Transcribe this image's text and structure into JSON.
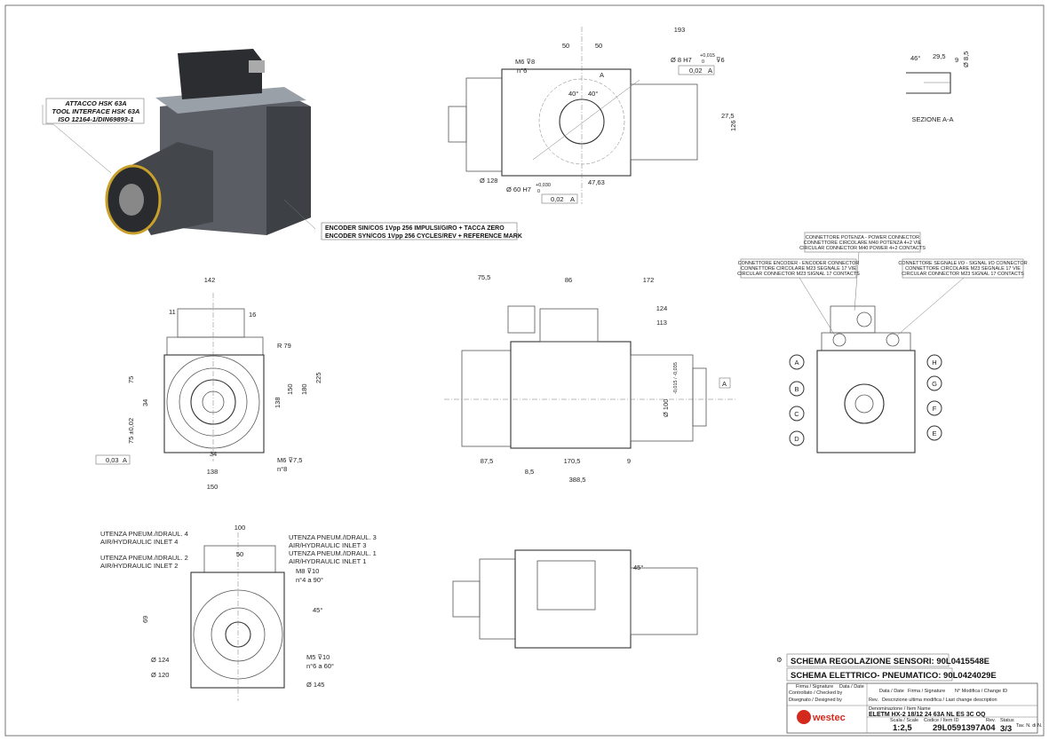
{
  "callouts": {
    "tool_interface": [
      "ATTACCO HSK 63A",
      "TOOL INTERFACE HSK 63A",
      "ISO 12164-1/DIN69893-1"
    ],
    "encoder": [
      "ENCODER SIN/COS 1Vpp 256 IMPULSI/GIRO + TACCA ZERO",
      "ENCODER SYN/COS 1Vpp 256 CYCLES/REV + REFERENCE MARK"
    ],
    "power_connector": [
      "CONNETTORE POTENZA - POWER CONNECTOR",
      "CONNETTORE CIRCOLARE M40 POTENZA 4+2 VIE",
      "CIRCULAR CONNECTOR M40 POWER 4+2 CONTACTS"
    ],
    "encoder_connector": [
      "CONNETTORE ENCODER - ENCODER CONNECTOR",
      "CONNETTORE CIRCOLARE M23 SEGNALE 17 VIE",
      "CIRCULAR CONNECTOR M23 SIGNAL 17 CONTACTS"
    ],
    "signal_connector": [
      "CONNETTORE SEGNALE I/O - SIGNAL I/O CONNECTOR",
      "CONNETTORE CIRCOLARE M23 SEGNALE 17 VIE",
      "CIRCULAR CONNECTOR M23 SIGNAL 17 CONTACTS"
    ],
    "inlet4": [
      "UTENZA PNEUM./IDRAUL. 4",
      "AIR/HYDRAULIC INLET 4"
    ],
    "inlet2": [
      "UTENZA PNEUM./IDRAUL. 2",
      "AIR/HYDRAULIC INLET 2"
    ],
    "inlet3": [
      "UTENZA PNEUM./IDRAUL. 3",
      "AIR/HYDRAULIC INLET 3"
    ],
    "inlet1": [
      "UTENZA PNEUM./IDRAUL. 1",
      "AIR/HYDRAULIC INLET 1"
    ]
  },
  "top_view": {
    "d193": "193",
    "d50a": "50",
    "d50b": "50",
    "m6": "M6 ⊽8",
    "n6": "n°6",
    "d8h7": "Ø 8 H7",
    "tol_up": "+0,015",
    "tol_lo": "0",
    "depth6": "⊽6",
    "pos1": "0,02",
    "datum1": "A",
    "a40a": "40°",
    "a40b": "40°",
    "d27": "27,5",
    "d126": "126",
    "d128": "Ø 128",
    "d60": "Ø 60 H7",
    "tol60_up": "+0,030",
    "tol60_lo": "0",
    "pos2": "0,02",
    "datum2": "A",
    "d4763": "47,63",
    "sectA": "A"
  },
  "section": {
    "a46": "46°",
    "d295": "29,5",
    "d9": "9",
    "d85": "Ø 8,5",
    "title": "SEZIONE A-A"
  },
  "front_view": {
    "d142": "142",
    "d11": "11",
    "d16": "16",
    "r79": "R 79",
    "d75": "75",
    "d34v": "34",
    "d75tol": "75 ±0,02",
    "d138v": "138",
    "d150v": "150",
    "d180": "180",
    "d225": "225",
    "d34h": "34",
    "m6": "M6 ⊽7,5",
    "n8": "n°8",
    "d138h": "138",
    "d150h": "150",
    "par": "0,03",
    "datum": "A"
  },
  "side_view": {
    "d755": "75,5",
    "d86": "86",
    "d172": "172",
    "d124": "124",
    "d113": "113",
    "d100": "Ø 100",
    "tol100": "-0,015 / -0,035",
    "datumA": "A",
    "d875": "87,5",
    "d1705": "170,5",
    "d9": "9",
    "d85": "8,5",
    "d3885": "388,5"
  },
  "connector_letters": [
    "A",
    "B",
    "C",
    "D",
    "E",
    "F",
    "G",
    "H"
  ],
  "rear_view": {
    "d100": "100",
    "d50": "50",
    "m8": "M8 ⊽10",
    "n4": "n°4 a 90°",
    "a45": "45°",
    "d69": "69",
    "d124": "Ø 124",
    "d120": "Ø 120",
    "m5": "M5 ⊽10",
    "n6": "n°6 a 60°",
    "d145": "Ø 145"
  },
  "bottom_view": {
    "a45": "45°"
  },
  "schemes": {
    "sensors": "SCHEMA REGOLAZIONE SENSORI: 90L0415548E",
    "electric": "SCHEMA ELETTRICO- PNEUMATICO: 90L0424029E"
  },
  "title_block": {
    "firma": "Firma / Signature",
    "data": "Data / Date",
    "controllato": "Controllato / Checked by",
    "disegnato": "Disegnato / Designed by",
    "rev_data": "Data / Date",
    "rev_firma": "Firma / Signature",
    "rev_change": "N° Modifica / Change ID",
    "rev_desc": "Descrizione ultima modifica / Last change description",
    "rev": "Rev.",
    "denom_label": "Denominazione / Item Name",
    "denom": "ELETM HX-2 18/12 24 63A NL ES 3C OQ",
    "scale_label": "Scala / Scale",
    "scale": "1:2,5",
    "code_label": "Codice / Item ID",
    "code": "29L0591397A",
    "rev_label": "Rev.",
    "rev_value": "04",
    "status_label": "Status",
    "sheet_label": "Tav. N. di N.",
    "sheet": "3/3",
    "logo": "westec",
    "accent": "#d42a1e"
  }
}
